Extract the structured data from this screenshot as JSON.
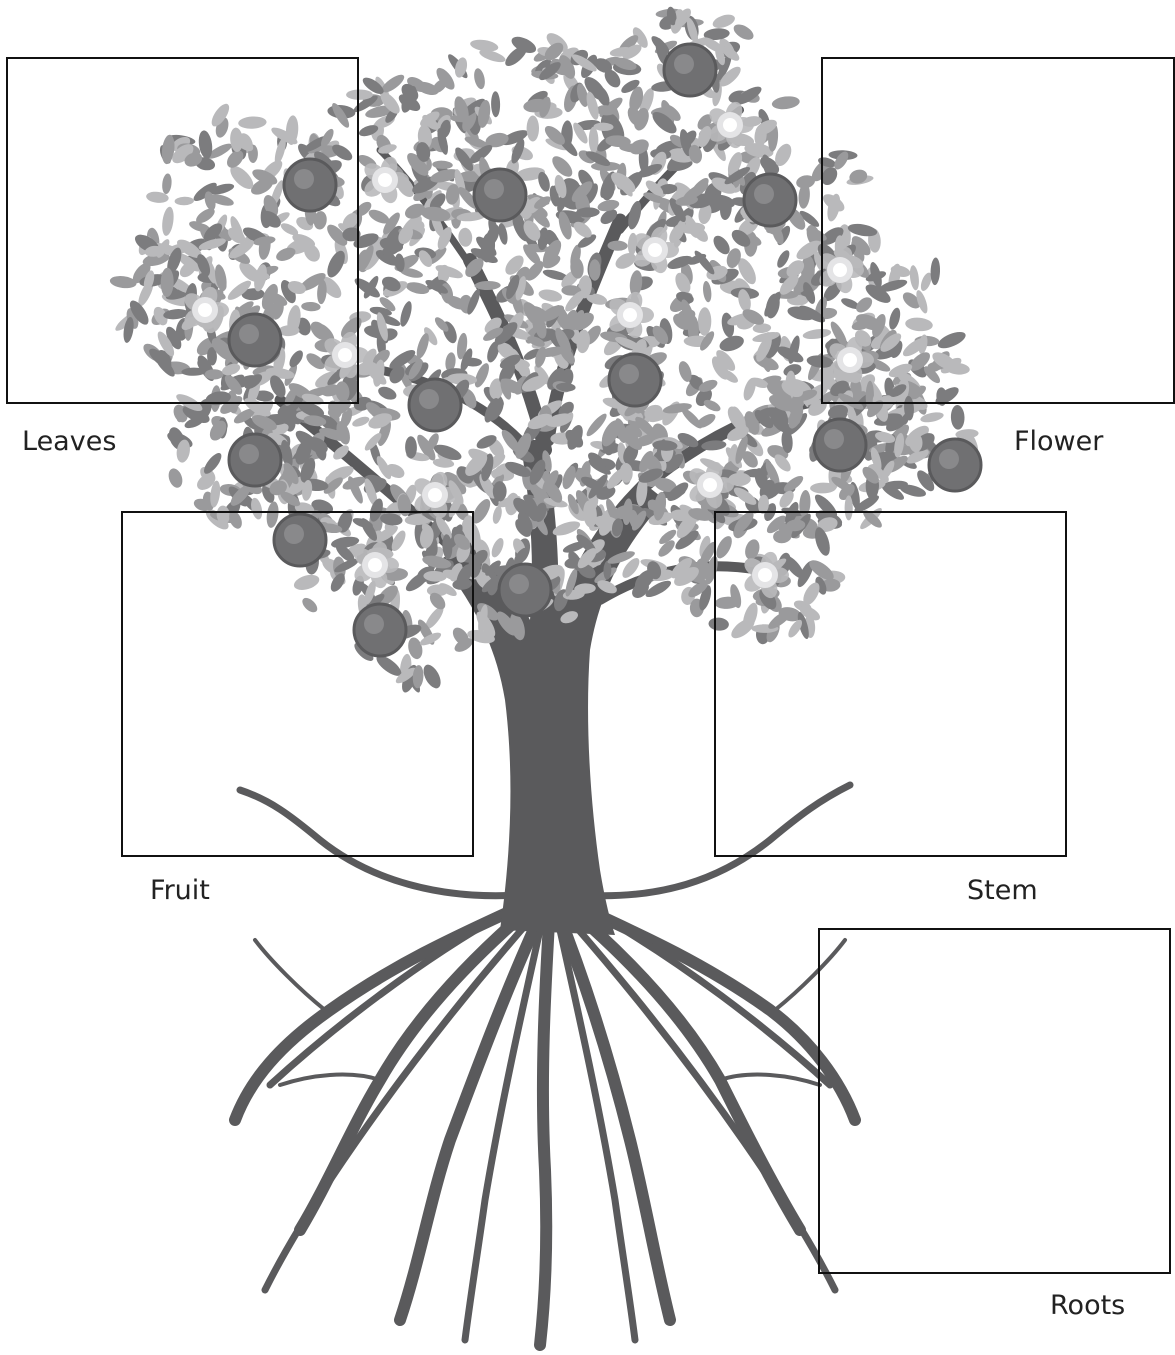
{
  "diagram": {
    "subject": "tree",
    "labels": {
      "leaves": "Leaves",
      "flower": "Flower",
      "fruit": "Fruit",
      "stem": "Stem",
      "roots": "Roots"
    },
    "colors": {
      "trunk": "#5a5a5c",
      "leaf_light": "#b9b9bb",
      "leaf_mid": "#9a9a9c",
      "leaf_dark": "#7c7c7e",
      "fruit": "#707072",
      "blossom": "#e4e4e6",
      "box_border": "#111111",
      "label_text": "#222222"
    }
  }
}
